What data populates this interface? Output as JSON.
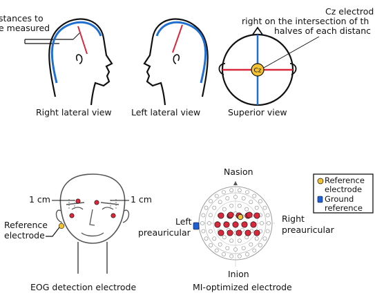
{
  "top": {
    "distances_line1": "stances to",
    "distances_line2": "e measured",
    "cz_line1": "Cz electrod",
    "cz_line2": "right on the intersection of th",
    "cz_line3": "halves of each distanc",
    "cz_label": "Cz",
    "captions": {
      "right": "Right lateral view",
      "left": "Left lateral view",
      "superior": "Superior view"
    }
  },
  "bottom": {
    "eog": {
      "cm_left": "1 cm",
      "cm_right": "1 cm",
      "ref_line1": "Reference",
      "ref_line2": "electrode",
      "caption": "EOG detection electrode"
    },
    "mi": {
      "nasion": "Nasion",
      "inion": "Inion",
      "left_line1": "Left",
      "left_line2": "preauricular",
      "right_line1": "Right",
      "right_line2": "preauricular",
      "caption": "MI-optimized electrode"
    },
    "legend": {
      "ref_line1": "Reference",
      "ref_line2": "electrode",
      "ground_line1": "Ground",
      "ground_line2": "reference"
    }
  },
  "colors": {
    "blue_line": "#1f6fd1",
    "red_line": "#d8283c",
    "reference": "#f2c233",
    "ground": "#1f5fd6",
    "mi_red": "#d8283c"
  }
}
